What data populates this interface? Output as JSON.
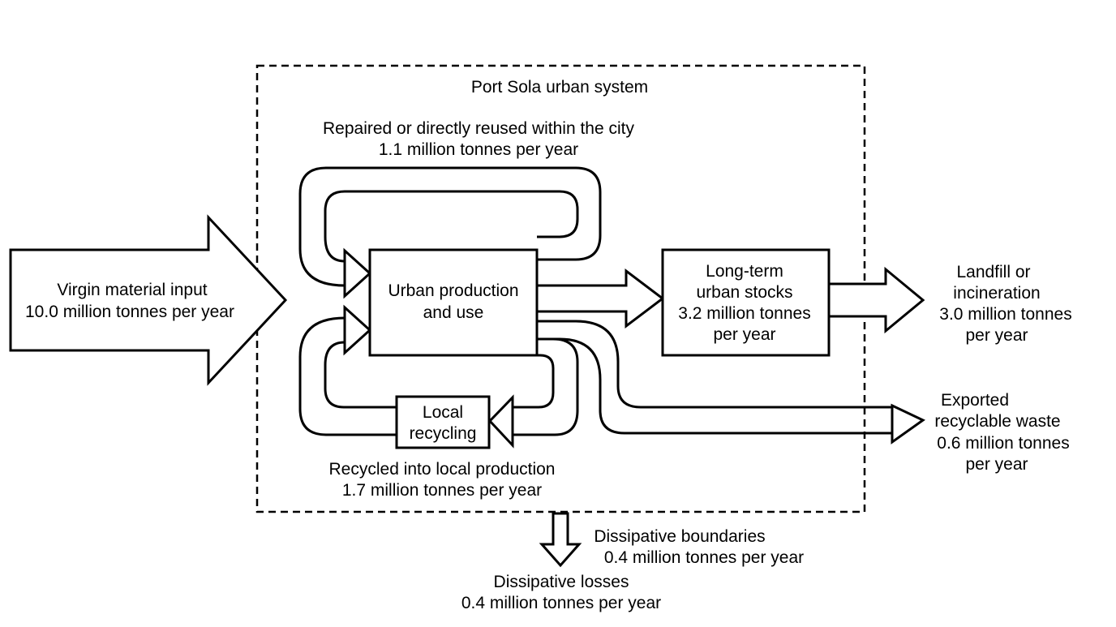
{
  "diagram": {
    "system_label": "Port Sola urban system",
    "virgin": {
      "line1": "Virgin material input",
      "line2": "10.0 million tonnes per year"
    },
    "reuse": {
      "line1": "Repaired or directly reused within the city",
      "line2": "1.1 million tonnes per year"
    },
    "urban": {
      "line1": "Urban production",
      "line2": "and use"
    },
    "stocks": {
      "line1": "Long-term",
      "line2": "urban stocks",
      "line3": "3.2 million tonnes",
      "line4": "per year"
    },
    "landfill": {
      "line1": "Landfill or",
      "line2": "incineration",
      "line3": "3.0 million tonnes",
      "line4": "per year"
    },
    "exported": {
      "line1": "Exported",
      "line2": "recyclable waste",
      "line3": "0.6 million tonnes",
      "line4": "per year"
    },
    "recycling": {
      "line1": "Local",
      "line2": "recycling"
    },
    "recycled": {
      "line1": "Recycled into local production",
      "line2": "1.7 million tonnes per year"
    },
    "dissipative_boundaries": {
      "line1": "Dissipative boundaries",
      "line2": "0.4 million tonnes per year"
    },
    "dissipative_losses": {
      "line1": "Dissipative losses",
      "line2": "0.4 million tonnes per year"
    }
  }
}
